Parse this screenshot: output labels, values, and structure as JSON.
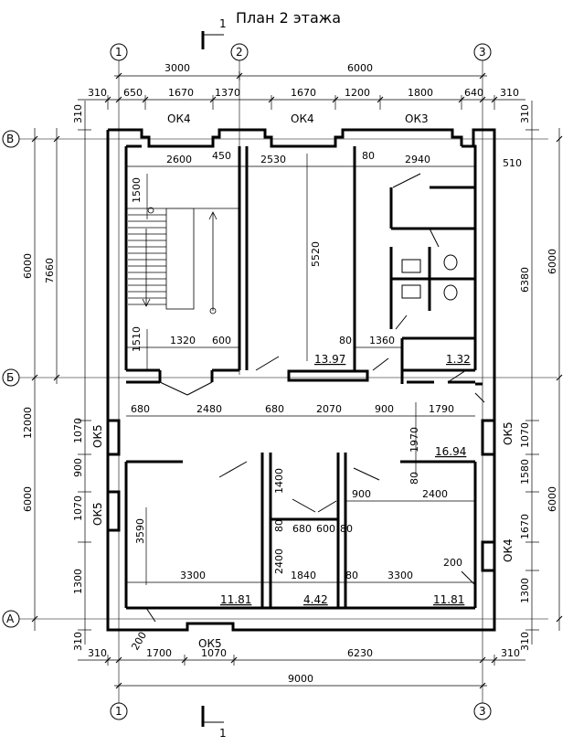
{
  "title": "План 2 этажа",
  "section_mark": "1",
  "axes": {
    "a1": "1",
    "a2": "2",
    "a3": "3",
    "rA": "А",
    "rB": "Б",
    "rV": "В"
  },
  "windows": {
    "ok4": "ОК4",
    "ok3": "ОК3",
    "ok5": "ОК5"
  },
  "dims": {
    "d3000": "3000",
    "d6000": "6000",
    "d310": "310",
    "d650": "650",
    "d1670": "1670",
    "d1370": "1370",
    "d1200": "1200",
    "d1800": "1800",
    "d640": "640",
    "d2600": "2600",
    "d450": "450",
    "d2530": "2530",
    "d80": "80",
    "d2940": "2940",
    "d510": "510",
    "d1500": "1500",
    "d5520": "5520",
    "d6380": "6380",
    "d7660": "7660",
    "d12000": "12000",
    "d1510": "1510",
    "d1320": "1320",
    "d600": "600",
    "d1360": "1360",
    "d680": "680",
    "d2480": "2480",
    "d2070": "2070",
    "d900": "900",
    "d1790": "1790",
    "d1070": "1070",
    "d1970": "1970",
    "d1580": "1580",
    "d1400": "1400",
    "d2400": "2400",
    "d3590": "3590",
    "d200": "200",
    "d3300": "3300",
    "d1840": "1840",
    "d1300": "1300",
    "d1700": "1700",
    "d6230": "6230",
    "d9000": "9000"
  },
  "areas": {
    "a1397": "13.97",
    "a132": "1.32",
    "a1694": "16.94",
    "a1181": "11.81",
    "a442": "4.42"
  }
}
